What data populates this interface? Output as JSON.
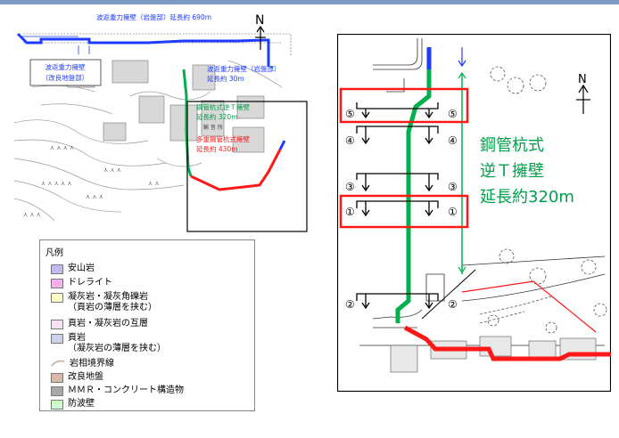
{
  "left_map": {
    "north": "N",
    "label_top": "波返重力擁壁（岩盤部）延長約 690m",
    "label_kairyo_1": "波返重力擁壁",
    "label_kairyo_2": "（改良地盤部）",
    "label_right_1": "波返重力擁壁（岩盤部）",
    "label_right_2": "延長約 30m",
    "label_green_1": "鋼管杭式逆Ｔ擁壁",
    "label_green_2": "延長約 320m",
    "label_small": "輸 音 所",
    "label_red_1": "多重鋼管杭式擁壁",
    "label_red_2": "延長約 430m"
  },
  "right_map": {
    "north": "N",
    "title_1": "鋼管杭式",
    "title_2": "逆Ｔ擁壁",
    "title_3": "延長約320m",
    "section_labels": {
      "s5_left": "⑤",
      "s5_right": "⑤",
      "s4_left": "④",
      "s4_right": "④",
      "s3_left": "③",
      "s3_right": "③",
      "s1_left": "①",
      "s1_right": "①",
      "s2_left": "②",
      "s2_right": "②"
    }
  },
  "legend": {
    "title": "凡例",
    "items": [
      {
        "label": "安山岩",
        "color": "#c6b7ec"
      },
      {
        "label": "ドレライト",
        "color": "#f7b0ec"
      },
      {
        "label": "凝灰岩・凝灰角礫岩\n（頁岩の薄層を挟む）",
        "color": "#ffffcc"
      },
      {
        "label": "頁岩・凝灰岩の互層",
        "color": "#f9dff2"
      },
      {
        "label": "頁岩\n（凝灰岩の薄層を挟む）",
        "color": "#cfd0ee"
      },
      {
        "label": "岩相境界線",
        "color": "#c7a89a",
        "line": true
      },
      {
        "label": "改良地盤",
        "color": "#d9b8aa"
      },
      {
        "label": "ＭＭＲ・コンクリート構造物",
        "color": "#a8a8a8"
      },
      {
        "label": "防波壁",
        "color": "#ccffcc"
      }
    ]
  }
}
